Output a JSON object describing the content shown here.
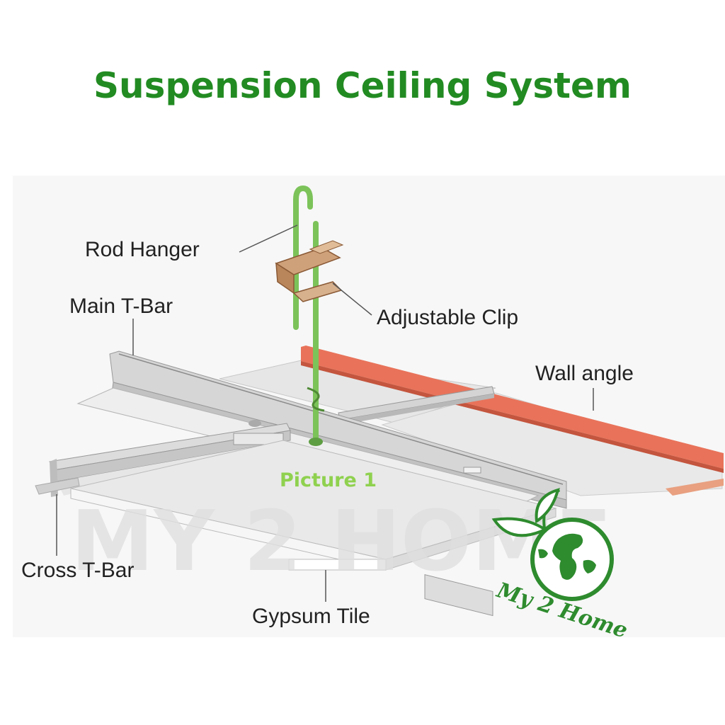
{
  "title": "Suspension Ceiling System",
  "labels": {
    "rod_hanger": "Rod Hanger",
    "main_tbar": "Main T-Bar",
    "adjustable_clip": "Adjustable Clip",
    "wall_angle": "Wall angle",
    "cross_tbar": "Cross T-Bar",
    "gypsum_tile": "Gypsum Tile"
  },
  "caption": "Picture 1",
  "watermark": "MY 2 HOME",
  "logo_text": "My 2 Home",
  "colors": {
    "title": "#228b22",
    "caption": "#8fd14f",
    "rod": "#7cc35a",
    "wall_angle": "#e8735a",
    "logo": "#2e8b2e",
    "watermark": "#dedede"
  }
}
